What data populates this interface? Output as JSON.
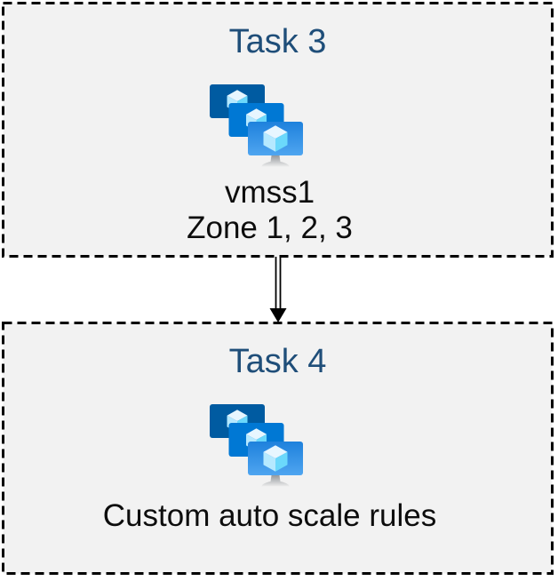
{
  "diagram": {
    "boxes": [
      {
        "title": "Task 3",
        "icon": "vm-scale-sets",
        "caption_lines": [
          "vmss1",
          "Zone 1, 2, 3"
        ]
      },
      {
        "title": "Task 4",
        "icon": "vm-scale-sets",
        "caption_lines": [
          "Custom auto scale rules"
        ]
      }
    ],
    "connector": {
      "type": "double-line-arrow",
      "direction": "down",
      "from": "Task 3",
      "to": "Task 4"
    },
    "colors": {
      "page_background": "#FFFFFF",
      "box_fill": "#F2F2F2",
      "box_border": "#000000",
      "title_text": "#1F4E79",
      "caption_text": "#0D0D0D",
      "icon_screen_back": "#005BA1",
      "icon_screen_middle": "#0078D4",
      "icon_screen_front_top": "#1E81DC",
      "icon_screen_front_bottom": "#4FA5F0",
      "icon_cube_top": "#E7F6FF",
      "icon_cube_left": "#B5E9FF",
      "icon_cube_right": "#6BD8FB",
      "icon_stand_top": "#96999C",
      "icon_stand_bottom": "#EDEDED"
    }
  }
}
